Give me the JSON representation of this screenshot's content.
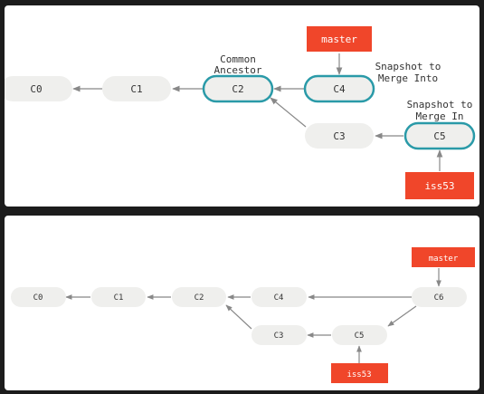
{
  "top_diagram": {
    "commits": [
      "C0",
      "C1",
      "C2",
      "C3",
      "C4",
      "C5"
    ],
    "labels": {
      "master": "master",
      "iss53": "iss53"
    },
    "annotations": {
      "common_ancestor": [
        "Common",
        "Ancestor"
      ],
      "merge_into": [
        "Snapshot to",
        "Merge Into"
      ],
      "merge_in": [
        "Snapshot to",
        "Merge In"
      ]
    }
  },
  "bottom_diagram": {
    "commits": [
      "C0",
      "C1",
      "C2",
      "C3",
      "C4",
      "C5",
      "C6"
    ],
    "labels": {
      "master": "master",
      "iss53": "iss53"
    }
  },
  "colors": {
    "accent": "#f0462a",
    "highlight": "#2a9aa8",
    "node": "#efefed"
  }
}
